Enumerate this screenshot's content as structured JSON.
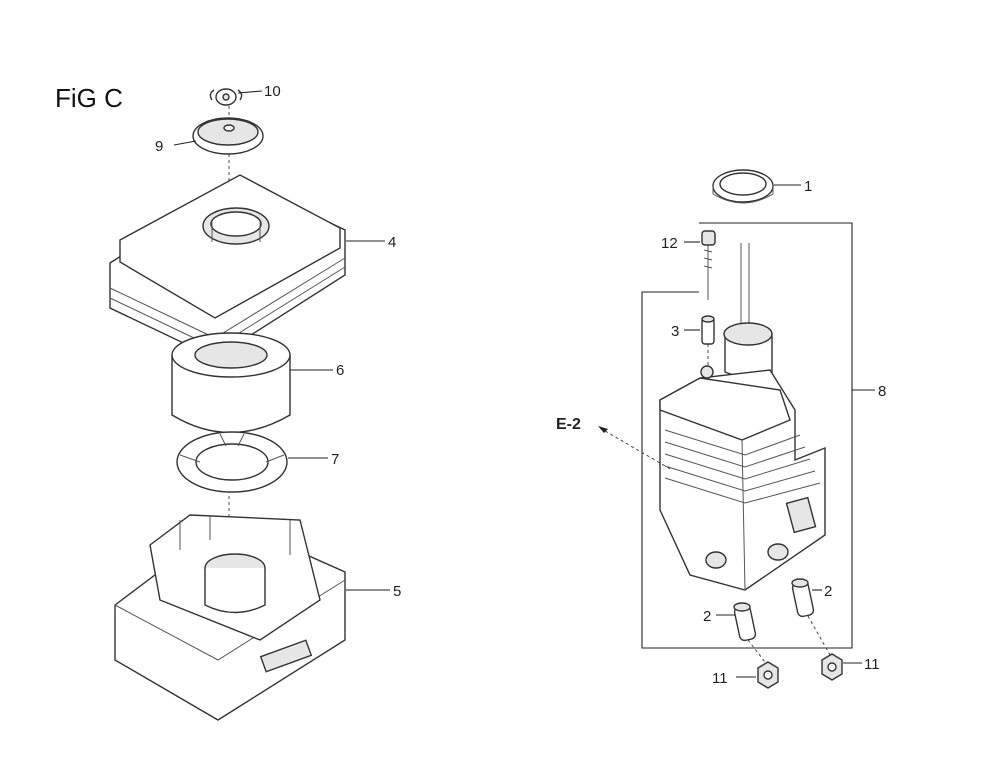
{
  "figure": {
    "title": "FiG C"
  },
  "air_cleaner_callouts": {
    "wing_nut": "10",
    "washer": "9",
    "cover": "4",
    "element": "6",
    "grommet": "7",
    "case": "5"
  },
  "fuel_tank_callouts": {
    "cap_gasket": "1",
    "bolt": "12",
    "collar": "3",
    "tank_assy": "8",
    "reference": "E-2",
    "pin_left": "2",
    "pin_right": "2",
    "nut_left": "11",
    "nut_right": "11"
  }
}
